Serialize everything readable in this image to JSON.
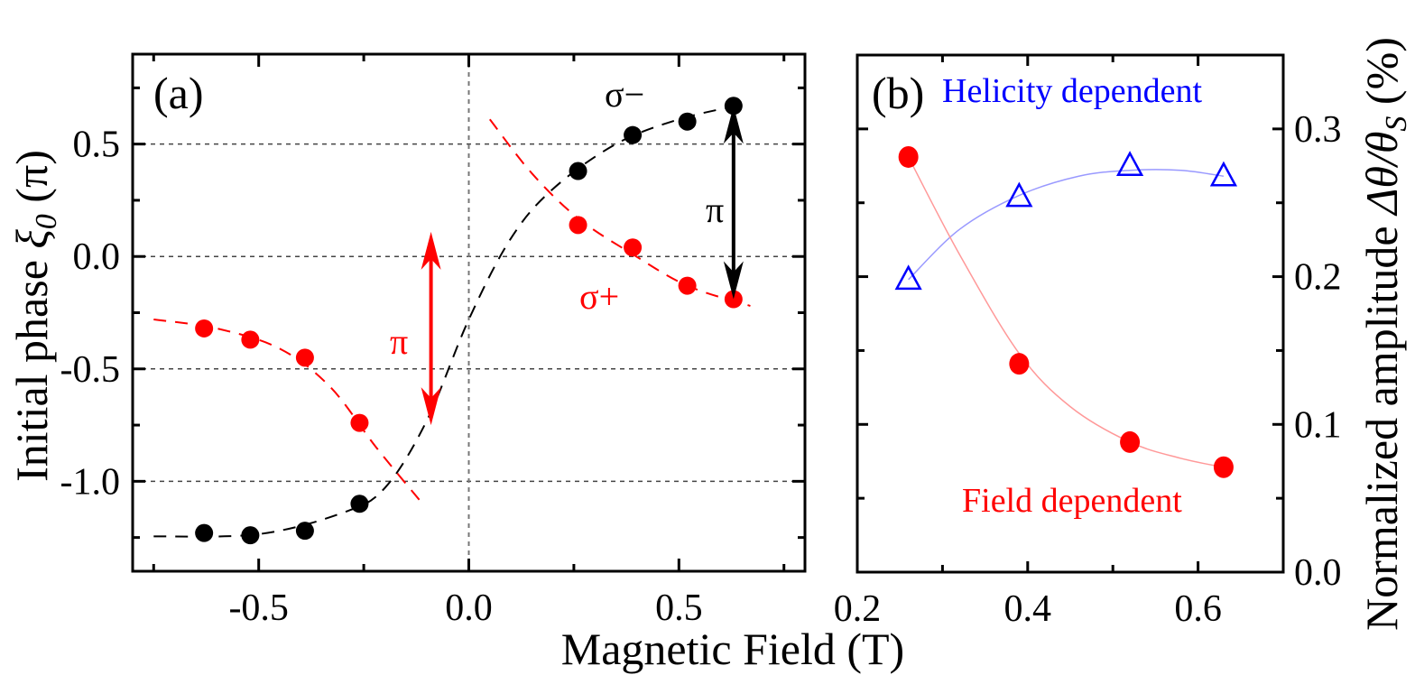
{
  "chart_data": [
    {
      "panel": "(a)",
      "type": "scatter",
      "xlabel": "Magnetic Field (T)",
      "ylabel": "Initial phase ξ0 (π)",
      "xlim": [
        -0.8,
        0.8
      ],
      "ylim": [
        -1.4,
        0.9
      ],
      "x_ticks": [
        -0.5,
        0.0,
        0.5
      ],
      "x_tick_labels": [
        "-0.5",
        "0.0",
        "0.5"
      ],
      "x_minor_ticks": [
        -0.75,
        -0.25,
        0.25,
        0.75
      ],
      "y_ticks": [
        0.5,
        0.0,
        -0.5,
        -1.0
      ],
      "y_tick_labels": [
        "0.5",
        "0.0",
        "-0.5",
        "-1.0"
      ],
      "y_minor_ticks": [
        0.75,
        0.25,
        -0.25,
        -0.75,
        -1.25
      ],
      "grid": {
        "horizontal_dashed": [
          0.5,
          0.0,
          -0.5,
          -1.0
        ],
        "vertical_dotted": [
          0.0
        ]
      },
      "series": [
        {
          "name": "σ−",
          "color": "#000000",
          "marker": "filled-circle",
          "x": [
            -0.63,
            -0.52,
            -0.39,
            -0.26,
            0.26,
            0.39,
            0.52,
            0.63
          ],
          "y": [
            -1.23,
            -1.24,
            -1.22,
            -1.1,
            0.38,
            0.54,
            0.6,
            0.67
          ],
          "fit": "dashed sigmoid from (-0.75,-1.24) to (0.65,0.67)"
        },
        {
          "name": "σ+",
          "color": "#ff0000",
          "marker": "filled-circle",
          "x": [
            -0.63,
            -0.52,
            -0.39,
            -0.26,
            0.26,
            0.39,
            0.52,
            0.63
          ],
          "y": [
            -0.32,
            -0.37,
            -0.45,
            -0.74,
            0.14,
            0.04,
            -0.13,
            -0.19
          ],
          "fit": "dashed curves: left branch (-0.75..-0.11), right branch (0.05..0.67)"
        }
      ],
      "annotations": [
        {
          "text": "σ−",
          "color": "#000000",
          "x": 0.33,
          "y": 0.67
        },
        {
          "text": "σ+",
          "color": "#ff0000",
          "x": 0.33,
          "y": -0.37
        },
        {
          "text": "π",
          "color": "#ff0000",
          "x": -0.16,
          "y": -0.39,
          "arrow": {
            "x": -0.09,
            "from": 0.11,
            "to": -0.75,
            "double": true
          }
        },
        {
          "text": "π",
          "color": "#000000",
          "x": 0.56,
          "y": 0.2,
          "arrow": {
            "x": 0.63,
            "from": 0.67,
            "to": -0.19,
            "double": true
          }
        }
      ]
    },
    {
      "panel": "(b)",
      "type": "scatter",
      "xlabel": "Magnetic Field (T)",
      "ylabel": "Normalized amplitude Δθ/θS (%)",
      "xlim": [
        0.2,
        0.7
      ],
      "ylim": [
        0.0,
        0.35
      ],
      "x_ticks": [
        0.2,
        0.4,
        0.6
      ],
      "x_tick_labels": [
        "0.2",
        "0.4",
        "0.6"
      ],
      "x_minor_ticks": [
        0.3,
        0.5
      ],
      "y_ticks": [
        0.0,
        0.1,
        0.2,
        0.3
      ],
      "y_tick_labels": [
        "0.0",
        "0.1",
        "0.2",
        "0.3"
      ],
      "y_minor_ticks": [
        0.05,
        0.15,
        0.25
      ],
      "y_axis_side": "right",
      "series": [
        {
          "name": "Helicity dependent",
          "color": "#0000ff",
          "marker": "open-triangle",
          "x": [
            0.26,
            0.39,
            0.52,
            0.63
          ],
          "y": [
            0.198,
            0.254,
            0.275,
            0.268
          ],
          "fit": "thin smooth line"
        },
        {
          "name": "Field dependent",
          "color": "#ff0000",
          "marker": "filled-circle",
          "x": [
            0.26,
            0.39,
            0.52,
            0.63
          ],
          "y": [
            0.281,
            0.141,
            0.088,
            0.071
          ],
          "fit": "thin smooth decaying line"
        }
      ],
      "annotations": [
        {
          "text": "Helicity dependent",
          "color": "#0000ff"
        },
        {
          "text": "Field dependent",
          "color": "#ff0000"
        }
      ]
    }
  ],
  "labels": {
    "panel_a": "(a)",
    "panel_b": "(b)",
    "xlabel": "Magnetic Field (T)",
    "ylabel_a_prefix": "Initial phase ",
    "ylabel_a_symbol": "ξ",
    "ylabel_a_sub": "0",
    "ylabel_a_suffix": " (π)",
    "ylabel_b_prefix": "Normalized amplitude ",
    "ylabel_b_symbol": "Δθ/θ",
    "ylabel_b_sub": "S",
    "ylabel_b_suffix": " (%)",
    "sigma_minus": "σ−",
    "sigma_plus": "σ+",
    "pi": "π",
    "helicity": "Helicity dependent",
    "field": "Field dependent"
  },
  "colors": {
    "black": "#000000",
    "red": "#ff0000",
    "blue": "#0000ff",
    "grid": "#555555",
    "fit_red_b": "#ff9999",
    "fit_blue_b": "#9999ff"
  }
}
